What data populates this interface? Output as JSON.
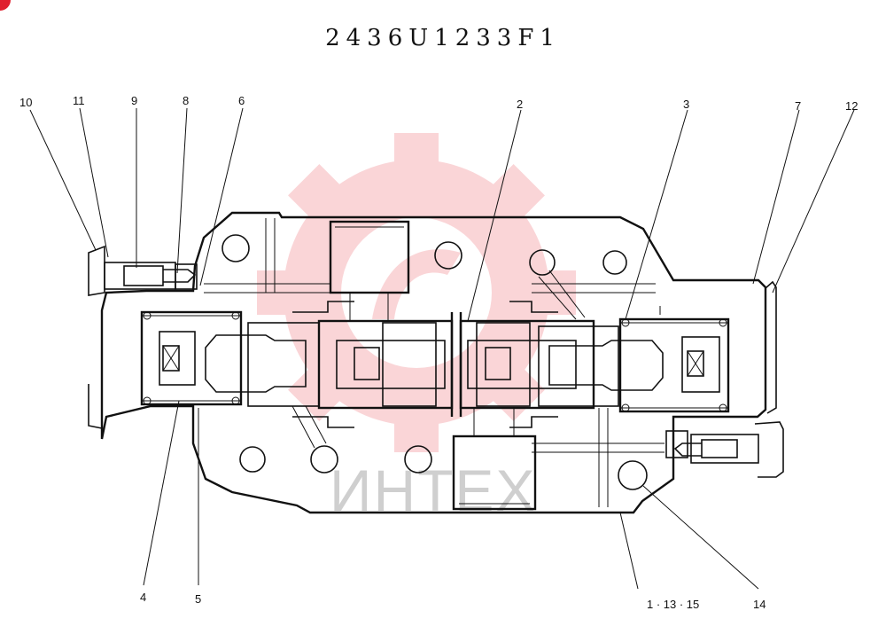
{
  "title": "2436U1233F1",
  "watermark": {
    "text": "ИНТЕХ",
    "color": "#f6b3b8"
  },
  "callouts": {
    "c10": "10",
    "c11": "11",
    "c9": "9",
    "c8": "8",
    "c6": "6",
    "c2": "2",
    "c3": "3",
    "c7": "7",
    "c12": "12",
    "c4": "4",
    "c5": "5",
    "c1_13_15": "1 · 13 · 15",
    "c14": "14"
  }
}
